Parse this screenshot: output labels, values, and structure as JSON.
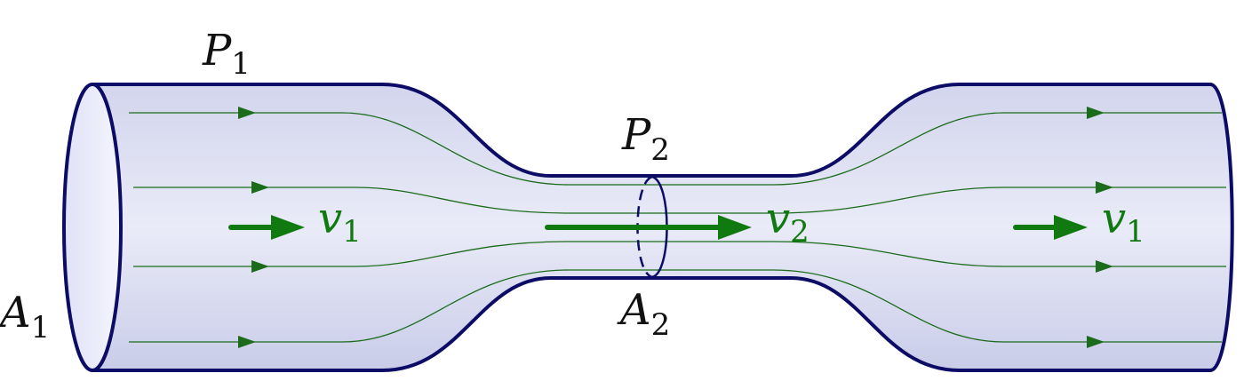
{
  "labels": {
    "p1": {
      "base": "P",
      "sub": "1"
    },
    "p2": {
      "base": "P",
      "sub": "2"
    },
    "a1": {
      "base": "A",
      "sub": "1"
    },
    "a2": {
      "base": "A",
      "sub": "2"
    },
    "v1_left": {
      "base": "v",
      "sub": "1"
    },
    "v2": {
      "base": "v",
      "sub": "2"
    },
    "v1_right": {
      "base": "v",
      "sub": "1"
    }
  },
  "colors": {
    "pipe_outline": "#0c0c66",
    "pipe_fill_light": "#eef0fb",
    "pipe_fill_dark": "#c6c9e6",
    "streamline": "#1a6b1a",
    "velocity_arrow": "#107a10"
  }
}
